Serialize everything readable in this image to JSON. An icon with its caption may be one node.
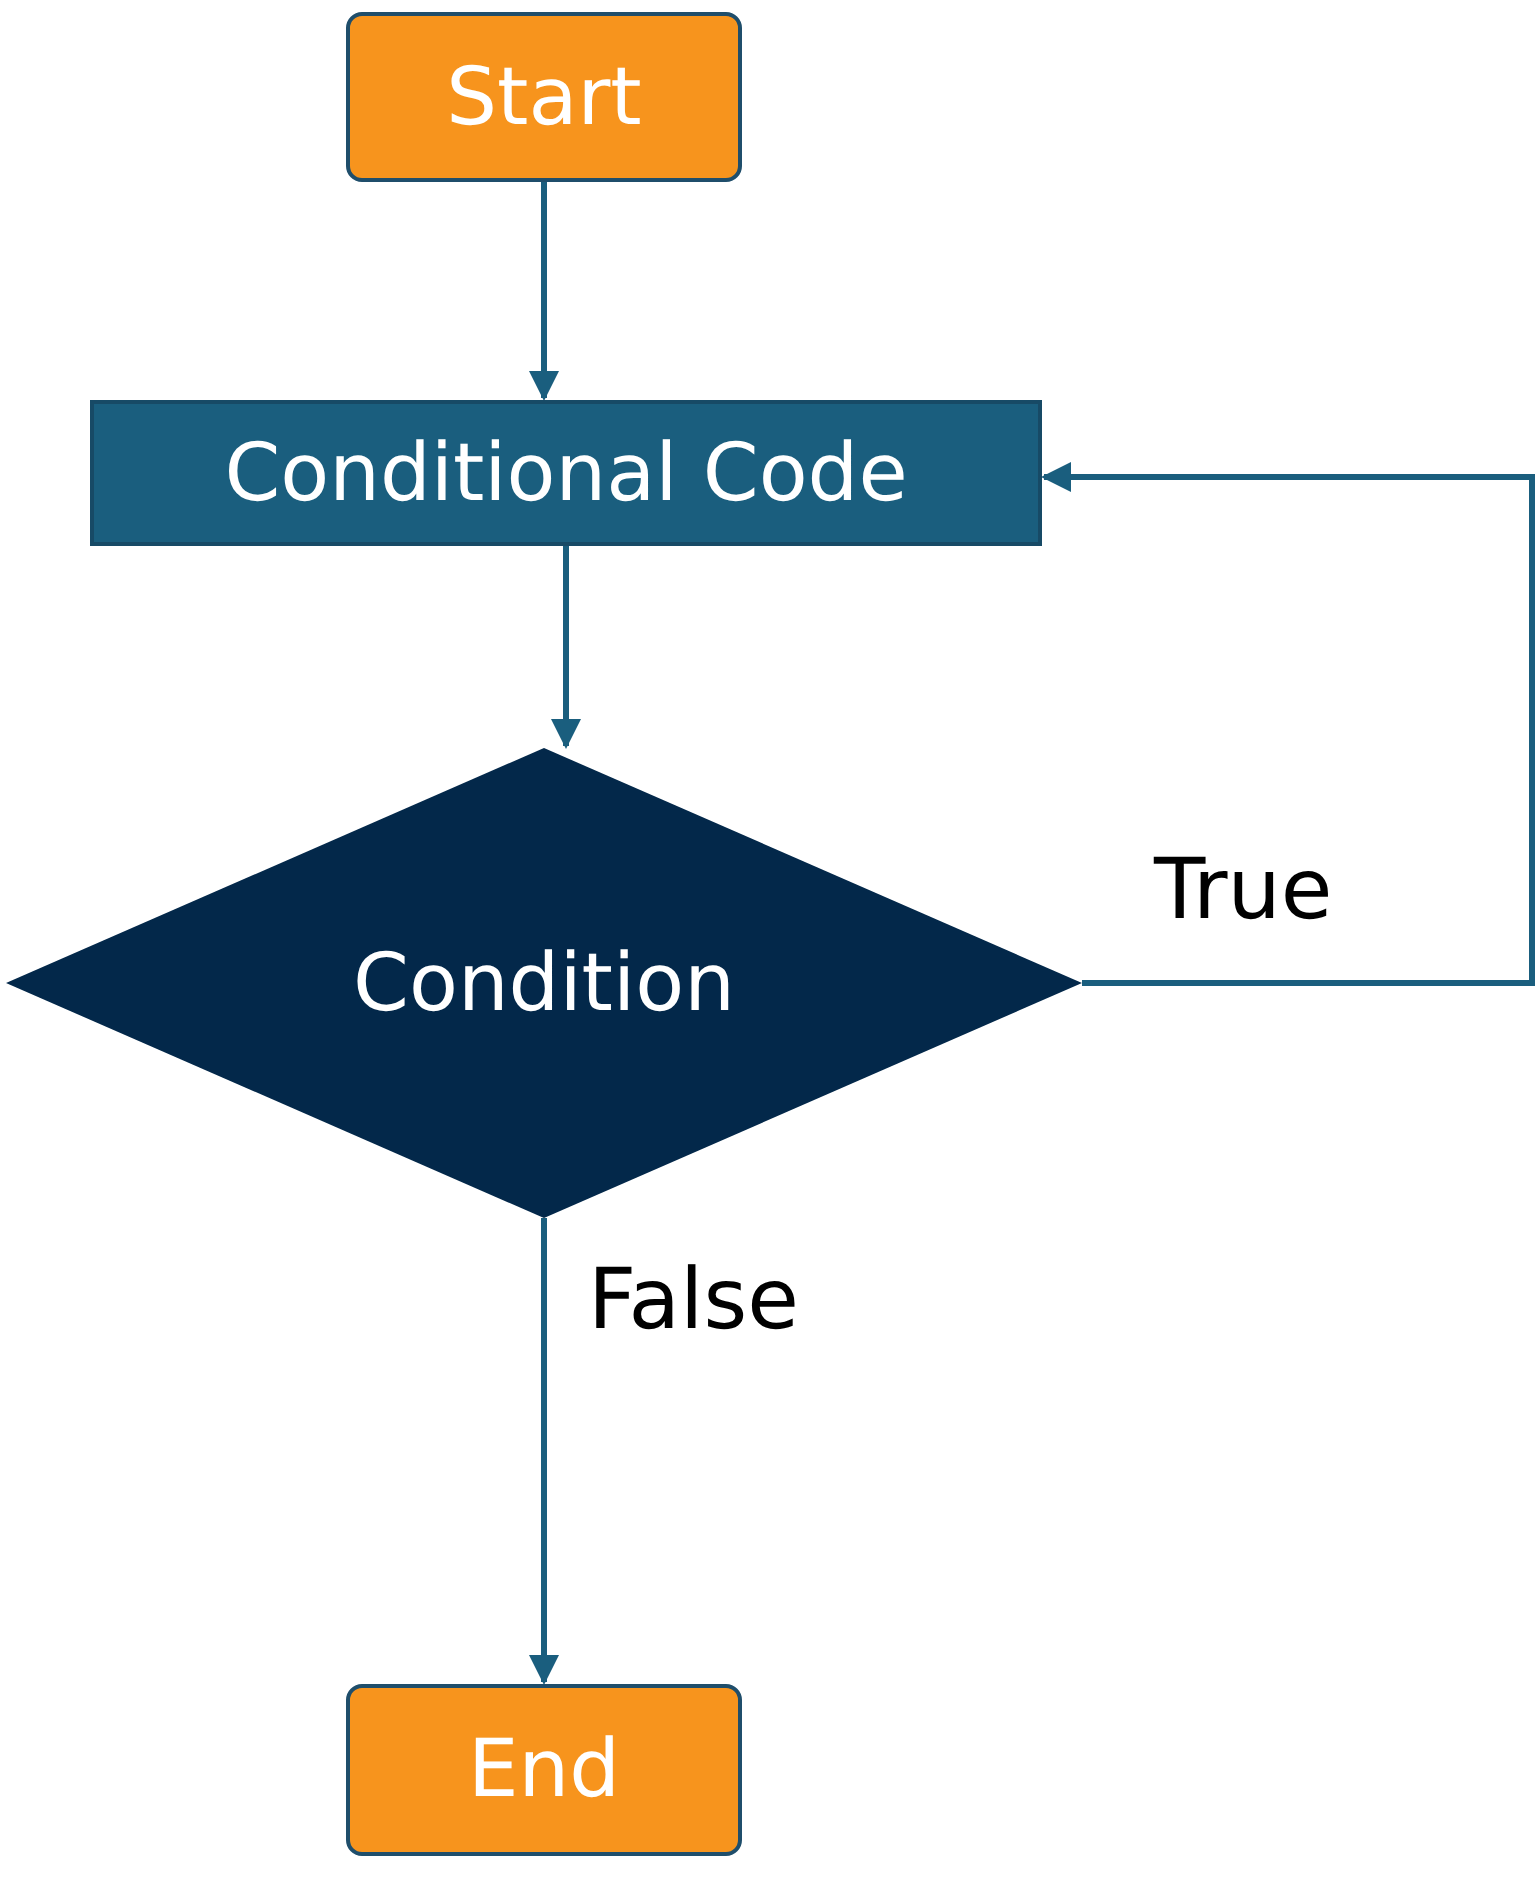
{
  "diagram": {
    "nodes": [
      {
        "text": [
          "Start"
        ]
      },
      {
        "text": [
          "Conditional Code"
        ]
      },
      {
        "text": [
          "Condition"
        ]
      },
      {
        "text": [
          "End"
        ]
      }
    ],
    "edges": [
      {
        "from": 0,
        "to": 1,
        "arrow": "to"
      },
      {
        "from": 1,
        "to": 2,
        "arrow": "to"
      },
      {
        "from": 2,
        "to": 1,
        "arrow": "to",
        "label": "True"
      },
      {
        "from": 2,
        "to": 3,
        "arrow": "to",
        "label": "False"
      }
    ]
  }
}
